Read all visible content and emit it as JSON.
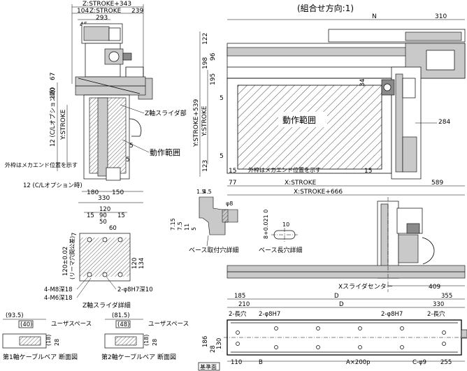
{
  "header": {
    "assembly_direction": "(組合せ方向:1)"
  },
  "z_axis_view": {
    "dims_top": [
      "Z:STROKE+343",
      "104",
      "Z:STROKE",
      "239",
      "293",
      "45"
    ],
    "dims_left": [
      "120",
      "67",
      "Y:STROKE",
      "12 (C/Lオプション時)",
      "12 (C/Lオプション時)"
    ],
    "dims_bottom": [
      "180",
      "150",
      "330"
    ],
    "small_dim": "5",
    "labels": {
      "z_slider": "Z軸スライダ部",
      "motion_range": "動作範囲",
      "frame_note": "外枠はメカエンド位置を示す"
    }
  },
  "main_view": {
    "n_label": "N",
    "dims_right_top": [
      "310"
    ],
    "dims_left": [
      "Y:STROKE+539",
      "Y:STROKE",
      "198",
      "122",
      "96",
      "195",
      "123",
      "5",
      "5",
      "34"
    ],
    "dims_inside": [
      "284",
      "15",
      "15",
      "5"
    ],
    "dims_bottom": [
      "77",
      "X:STROKE",
      "589",
      "X:STROKE+666"
    ],
    "labels": {
      "motion_range": "動作範囲",
      "frame_note": "外枠はメカエンド位置を示す"
    }
  },
  "base_mount_detail": {
    "dims": [
      "1.5",
      "4.5",
      "φ8",
      "7.15",
      "7.5",
      "11",
      "5"
    ],
    "caption": "ベース取付穴詳細"
  },
  "base_slot_detail": {
    "dims": [
      "8+0.021 0",
      "10"
    ],
    "caption": "ベース長穴詳細"
  },
  "z_slider_detail": {
    "dims_top": [
      "120",
      "15",
      "90",
      "15",
      "50",
      "60"
    ],
    "dims_left": [
      "120±0.02",
      "(リーマ穴間公差)",
      "7"
    ],
    "dims_right": [
      "120",
      "134"
    ],
    "holes": [
      "4-M8深18",
      "4-M6深18",
      "2-φ8H7深10"
    ],
    "caption": "Z軸スライダ詳細"
  },
  "cable_section_1": {
    "dims": [
      "(93.5)",
      "(40)",
      "(18)",
      "28"
    ],
    "label": "ユーザスペース",
    "caption": "第1軸ケーブルベア 断面図"
  },
  "cable_section_2": {
    "dims": [
      "(81.5)",
      "(48)",
      "(18)",
      "28"
    ],
    "label": "ユーザスペース",
    "caption": "第2軸ケーブルベア 断面図"
  },
  "side_view": {
    "x_slider_center": "Xスライダセンター",
    "dim_right": "409"
  },
  "base_plan": {
    "dims_top": [
      "185",
      "D",
      "355",
      "210",
      "D",
      "330"
    ],
    "hole_labels": [
      "2-長穴",
      "2-φ8H7",
      "2-φ8H7",
      "2-長穴"
    ],
    "dims_left": [
      "186",
      "28"
    ],
    "dims_inner_left": [
      "130"
    ],
    "dims_bottom": [
      "110",
      "B",
      "A×200p",
      "C-φ9",
      "255"
    ],
    "datum": "基準面"
  }
}
